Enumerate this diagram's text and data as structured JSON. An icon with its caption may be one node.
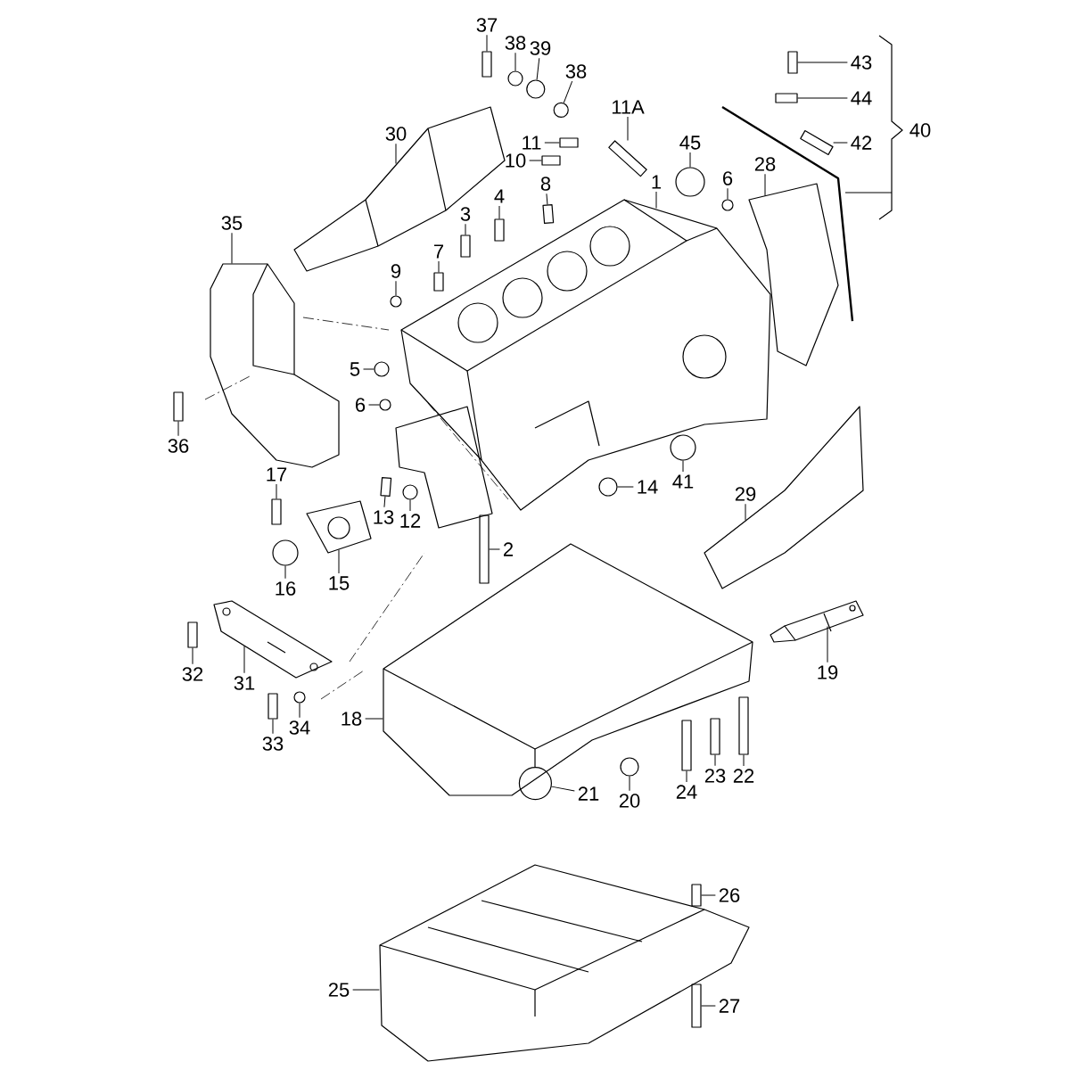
{
  "diagram": {
    "nodes": [
      {
        "text": [
          "37"
        ]
      },
      {
        "text": [
          "38"
        ]
      },
      {
        "text": [
          "39"
        ]
      },
      {
        "text": [
          "38"
        ]
      },
      {
        "text": [
          "11A"
        ]
      },
      {
        "text": [
          "11"
        ]
      },
      {
        "text": [
          "10"
        ]
      },
      {
        "text": [
          "1"
        ]
      },
      {
        "text": [
          "45"
        ]
      },
      {
        "text": [
          "6"
        ]
      },
      {
        "text": [
          "28"
        ]
      },
      {
        "text": [
          "43"
        ]
      },
      {
        "text": [
          "44"
        ]
      },
      {
        "text": [
          "42"
        ]
      },
      {
        "text": [
          "40"
        ]
      },
      {
        "text": [
          "30"
        ]
      },
      {
        "text": [
          "35"
        ]
      },
      {
        "text": [
          "4"
        ]
      },
      {
        "text": [
          "3"
        ]
      },
      {
        "text": [
          "7"
        ]
      },
      {
        "text": [
          "8"
        ]
      },
      {
        "text": [
          "9"
        ]
      },
      {
        "text": [
          "5"
        ]
      },
      {
        "text": [
          "6"
        ]
      },
      {
        "text": [
          "36"
        ]
      },
      {
        "text": [
          "17"
        ]
      },
      {
        "text": [
          "13"
        ]
      },
      {
        "text": [
          "12"
        ]
      },
      {
        "text": [
          "16"
        ]
      },
      {
        "text": [
          "15"
        ]
      },
      {
        "text": [
          "2"
        ]
      },
      {
        "text": [
          "14"
        ]
      },
      {
        "text": [
          "41"
        ]
      },
      {
        "text": [
          "29"
        ]
      },
      {
        "text": [
          "19"
        ]
      },
      {
        "text": [
          "32"
        ]
      },
      {
        "text": [
          "31"
        ]
      },
      {
        "text": [
          "33"
        ]
      },
      {
        "text": [
          "34"
        ]
      },
      {
        "text": [
          "18"
        ]
      },
      {
        "text": [
          "21"
        ]
      },
      {
        "text": [
          "20"
        ]
      },
      {
        "text": [
          "24"
        ]
      },
      {
        "text": [
          "23"
        ]
      },
      {
        "text": [
          "22"
        ]
      },
      {
        "text": [
          "26"
        ]
      },
      {
        "text": [
          "27"
        ]
      },
      {
        "text": [
          "25"
        ]
      },
      {
        "text": [],
        "shape": "box"
      },
      {
        "text": [],
        "shape": "circle"
      },
      {
        "text": [],
        "shape": "circle"
      },
      {
        "text": [],
        "shape": "circle"
      },
      {
        "text": [],
        "shape": "box"
      },
      {
        "text": [],
        "shape": "box"
      },
      {
        "text": [],
        "shape": "box"
      },
      {
        "text": [],
        "shape": "picture"
      },
      {
        "text": [],
        "shape": "circle"
      },
      {
        "text": [],
        "shape": "circle"
      },
      {
        "text": [],
        "shape": "picture"
      },
      {
        "text": [],
        "shape": "box"
      },
      {
        "text": [],
        "shape": "box"
      },
      {
        "text": [],
        "shape": "box"
      },
      {
        "text": [],
        "shape": "picture"
      },
      {
        "text": [],
        "shape": "picture"
      },
      {
        "text": [],
        "shape": "box"
      },
      {
        "text": [],
        "shape": "box"
      },
      {
        "text": [],
        "shape": "box"
      },
      {
        "text": [],
        "shape": "box"
      },
      {
        "text": [],
        "shape": "circle"
      },
      {
        "text": [],
        "shape": "circle"
      },
      {
        "text": [],
        "shape": "circle"
      },
      {
        "text": [],
        "shape": "box"
      },
      {
        "text": [],
        "shape": "box"
      },
      {
        "text": [],
        "shape": "box"
      },
      {
        "text": [],
        "shape": "circle"
      },
      {
        "text": [],
        "shape": "circle"
      },
      {
        "text": [],
        "shape": "picture"
      },
      {
        "text": [],
        "shape": "box"
      },
      {
        "text": [],
        "shape": "circle"
      },
      {
        "text": [],
        "shape": "circle"
      },
      {
        "text": [],
        "shape": "picture"
      },
      {
        "text": [],
        "shape": "picture"
      },
      {
        "text": [],
        "shape": "box"
      },
      {
        "text": [],
        "shape": "picture"
      },
      {
        "text": [],
        "shape": "box"
      },
      {
        "text": [],
        "shape": "circle"
      },
      {
        "text": [],
        "shape": "picture"
      },
      {
        "text": [],
        "shape": "circle"
      },
      {
        "text": [],
        "shape": "circle"
      },
      {
        "text": [],
        "shape": "box"
      },
      {
        "text": [],
        "shape": "box"
      },
      {
        "text": [],
        "shape": "box"
      },
      {
        "text": [],
        "shape": "box"
      },
      {
        "text": [],
        "shape": "box"
      },
      {
        "text": [],
        "shape": "picture"
      }
    ],
    "edges": [
      {
        "from": 0,
        "to": 48,
        "arrow": "none"
      },
      {
        "from": 1,
        "to": 49,
        "arrow": "none"
      },
      {
        "from": 2,
        "to": 50,
        "arrow": "none"
      },
      {
        "from": 3,
        "to": 51,
        "arrow": "none"
      },
      {
        "from": 4,
        "to": 52,
        "arrow": "none"
      },
      {
        "from": 5,
        "to": 53,
        "arrow": "none"
      },
      {
        "from": 6,
        "to": 54,
        "arrow": "none"
      },
      {
        "from": 7,
        "to": 55,
        "arrow": "none"
      },
      {
        "from": 8,
        "to": 56,
        "arrow": "none"
      },
      {
        "from": 9,
        "to": 57,
        "arrow": "none"
      },
      {
        "from": 10,
        "to": 58,
        "arrow": "none"
      },
      {
        "from": 11,
        "to": 59,
        "arrow": "none"
      },
      {
        "from": 12,
        "to": 60,
        "arrow": "none"
      },
      {
        "from": 13,
        "to": 61,
        "arrow": "none"
      },
      {
        "from": 15,
        "to": 62,
        "arrow": "none"
      },
      {
        "from": 16,
        "to": 63,
        "arrow": "none"
      },
      {
        "from": 17,
        "to": 64,
        "arrow": "none"
      },
      {
        "from": 18,
        "to": 65,
        "arrow": "none"
      },
      {
        "from": 19,
        "to": 66,
        "arrow": "none"
      },
      {
        "from": 20,
        "to": 67,
        "arrow": "none"
      },
      {
        "from": 21,
        "to": 68,
        "arrow": "none"
      },
      {
        "from": 22,
        "to": 69,
        "arrow": "none"
      },
      {
        "from": 23,
        "to": 70,
        "arrow": "none"
      },
      {
        "from": 24,
        "to": 71,
        "arrow": "none"
      },
      {
        "from": 25,
        "to": 72,
        "arrow": "none"
      },
      {
        "from": 26,
        "to": 73,
        "arrow": "none"
      },
      {
        "from": 27,
        "to": 74,
        "arrow": "none"
      },
      {
        "from": 28,
        "to": 75,
        "arrow": "none"
      },
      {
        "from": 29,
        "to": 76,
        "arrow": "none"
      },
      {
        "from": 30,
        "to": 77,
        "arrow": "none"
      },
      {
        "from": 31,
        "to": 78,
        "arrow": "none"
      },
      {
        "from": 32,
        "to": 79,
        "arrow": "none"
      },
      {
        "from": 33,
        "to": 80,
        "arrow": "none"
      },
      {
        "from": 34,
        "to": 81,
        "arrow": "none"
      },
      {
        "from": 35,
        "to": 82,
        "arrow": "none"
      },
      {
        "from": 36,
        "to": 83,
        "arrow": "none"
      },
      {
        "from": 37,
        "to": 84,
        "arrow": "none"
      },
      {
        "from": 38,
        "to": 85,
        "arrow": "none"
      },
      {
        "from": 39,
        "to": 86,
        "arrow": "none"
      },
      {
        "from": 40,
        "to": 87,
        "arrow": "none"
      },
      {
        "from": 41,
        "to": 88,
        "arrow": "none"
      },
      {
        "from": 42,
        "to": 89,
        "arrow": "none"
      },
      {
        "from": 43,
        "to": 90,
        "arrow": "none"
      },
      {
        "from": 44,
        "to": 91,
        "arrow": "none"
      },
      {
        "from": 45,
        "to": 92,
        "arrow": "none"
      },
      {
        "from": 46,
        "to": 93,
        "arrow": "none"
      },
      {
        "from": 47,
        "to": 94,
        "arrow": "none"
      }
    ]
  }
}
